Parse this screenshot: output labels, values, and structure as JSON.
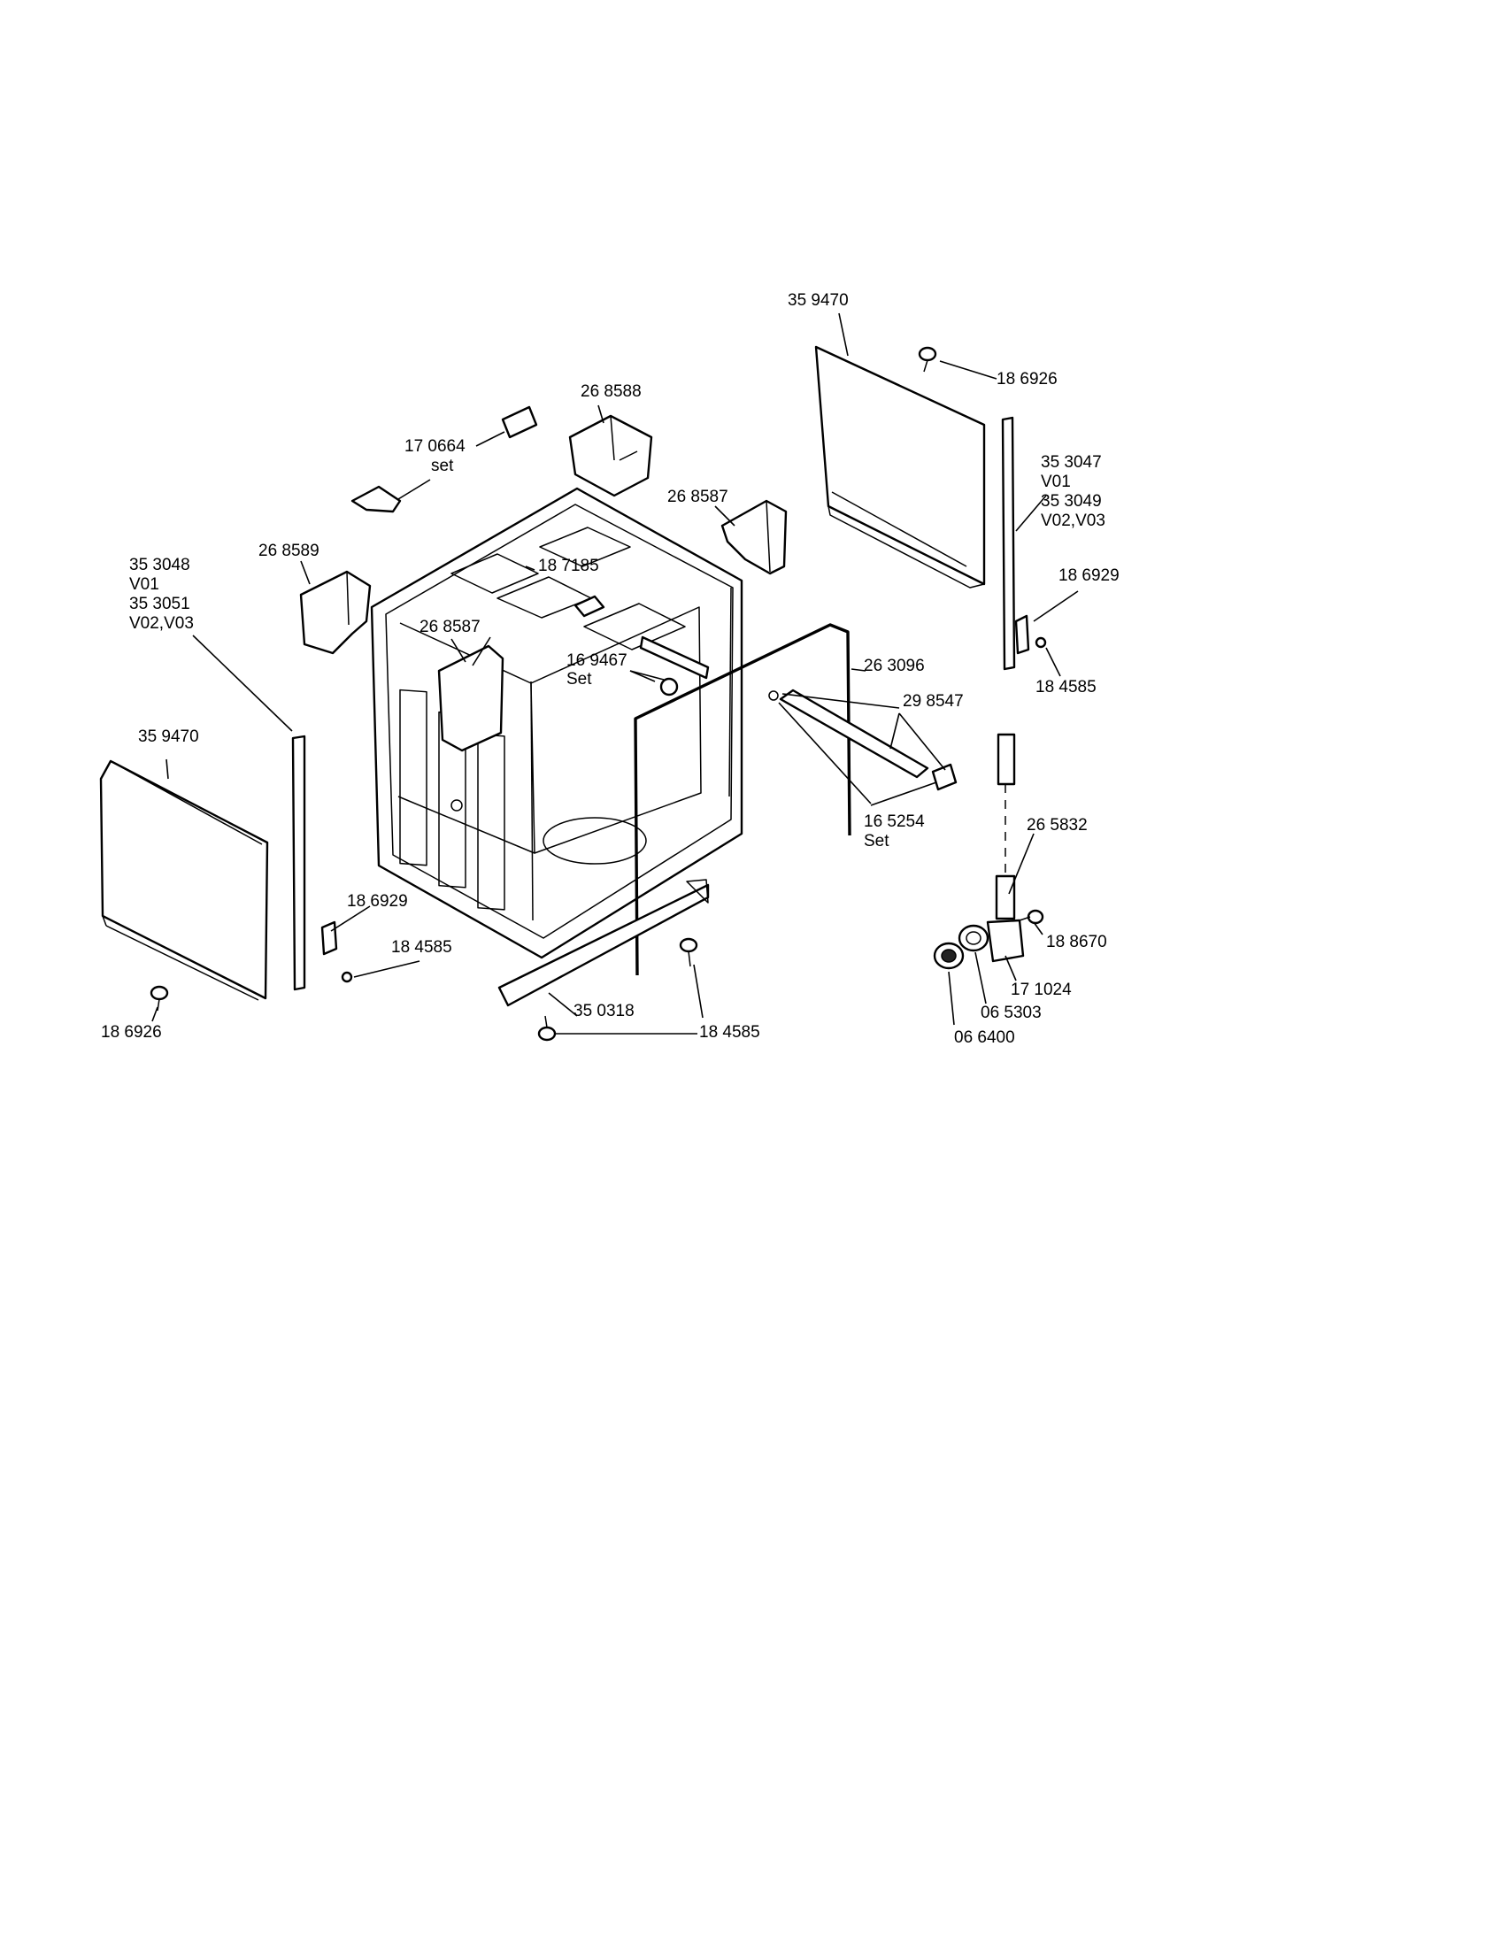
{
  "parts": {
    "p359470_top": "35 9470",
    "p186926_top": "18 6926",
    "p268588": "26 8588",
    "p170664": "17 0664",
    "p170664_set": "set",
    "p268587_right": "26 8587",
    "p353047": "35 3047",
    "p353047_v": "V01",
    "p353049": "35 3049",
    "p353049_v": "V02,V03",
    "p353048": "35 3048",
    "p353048_v": "V01",
    "p353051": "35 3051",
    "p353051_v": "V02,V03",
    "p268589": "26 8589",
    "p187185": "18 7185",
    "p186929_right": "18 6929",
    "p268587_center": "26 8587",
    "p169467": "16 9467",
    "p169467_set": "Set",
    "p263096": "26 3096",
    "p184585_right": "18 4585",
    "p359470_left": "35 9470",
    "p298547": "29 8547",
    "p165254": "16 5254",
    "p165254_set": "Set",
    "p265832": "26 5832",
    "p186929_left": "18 6929",
    "p184585_left": "18 4585",
    "p188670": "18 8670",
    "p171024": "17 1024",
    "p350318": "35 0318",
    "p065303": "06 5303",
    "p184585_bottom": "18 4585",
    "p186926_bottom": "18 6926",
    "p066400": "06 6400"
  }
}
